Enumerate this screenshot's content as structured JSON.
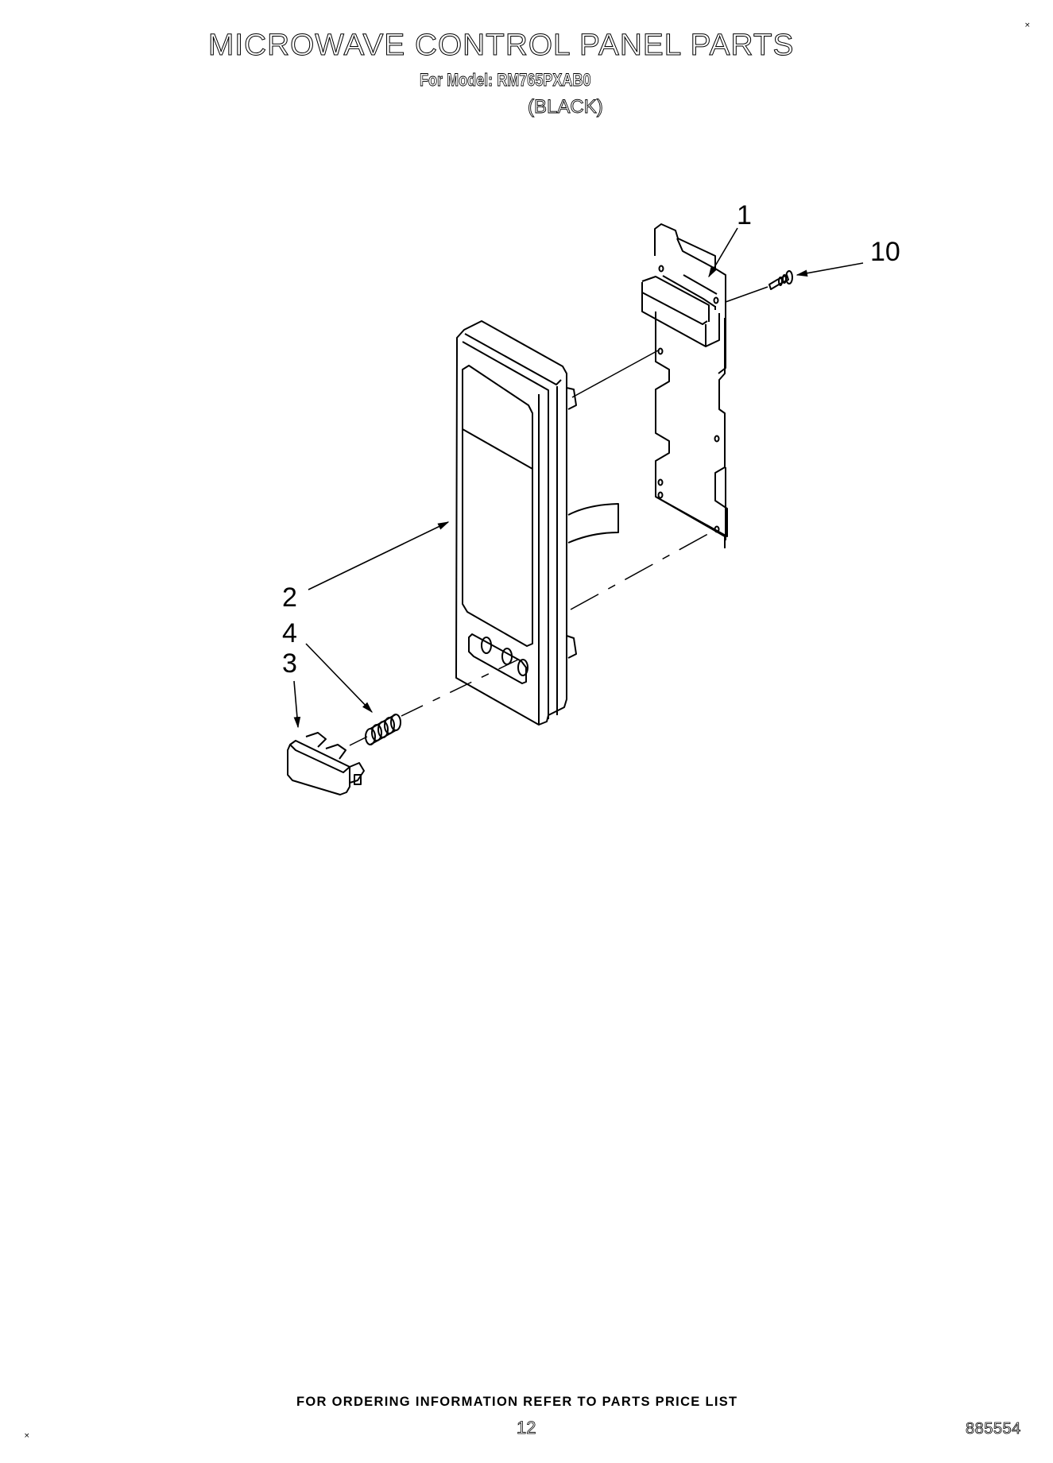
{
  "header": {
    "title": "MICROWAVE CONTROL PANEL PARTS",
    "model_line": "For Model: RM765PXAB0",
    "color_note": "(BLACK)"
  },
  "diagram": {
    "callouts": [
      {
        "id": "1",
        "label": "1",
        "part": "control-board"
      },
      {
        "id": "10",
        "label": "10",
        "part": "screw"
      },
      {
        "id": "2",
        "label": "2",
        "part": "control-panel-frame"
      },
      {
        "id": "4",
        "label": "4",
        "part": "spring"
      },
      {
        "id": "3",
        "label": "3",
        "part": "button"
      }
    ]
  },
  "footer": {
    "ordering_note": "FOR ORDERING INFORMATION REFER TO PARTS PRICE LIST",
    "page_number": "12",
    "document_number": "885554"
  },
  "marks": {
    "registration_mark": "×"
  }
}
